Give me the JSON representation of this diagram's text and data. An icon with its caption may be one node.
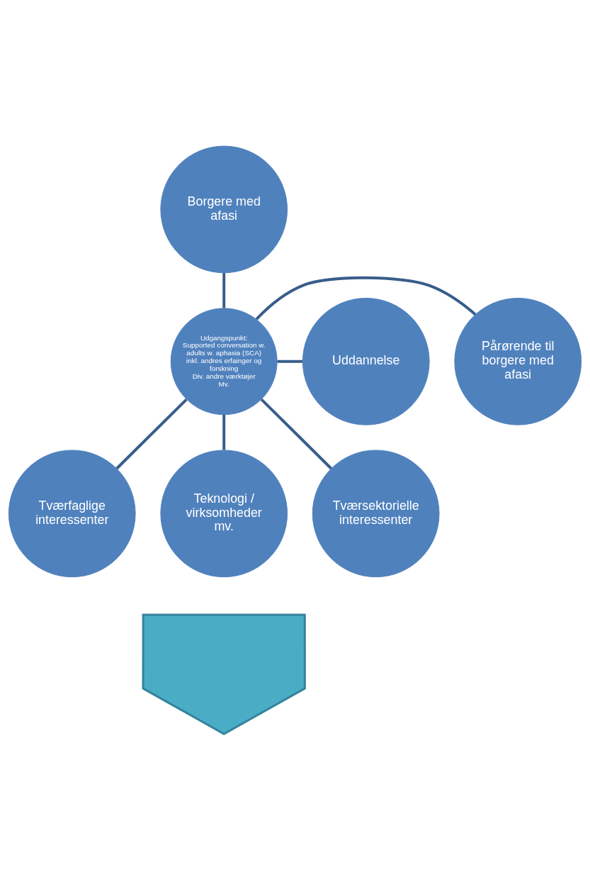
{
  "diagram": {
    "nodes": [
      {
        "text": [
          "Borgere med afasi"
        ]
      },
      {
        "text": [
          "Pårørende til borgere med afasi"
        ]
      },
      {
        "text": [
          "Uddannelse"
        ]
      },
      {
        "text": [
          "Udgangspunkt:",
          "Supported conversation w. adults w. aphasia (SCA) inkl. andres erfainger og forskning",
          "Div. andre værktøjer",
          "Mv."
        ]
      },
      {
        "text": [
          "Tværfaglige interessenter"
        ]
      },
      {
        "text": [
          "Teknologi / virksomheder mv."
        ]
      },
      {
        "text": [
          "Tværsektorielle interessenter"
        ]
      },
      {
        "text": [],
        "shape": "arrow"
      }
    ],
    "edges": [
      {
        "from": 3,
        "to": 0,
        "arrow": "none"
      },
      {
        "from": 3,
        "to": 1,
        "arrow": "none"
      },
      {
        "from": 3,
        "to": 2,
        "arrow": "none"
      },
      {
        "from": 3,
        "to": 4,
        "arrow": "none"
      },
      {
        "from": 3,
        "to": 5,
        "arrow": "none"
      },
      {
        "from": 3,
        "to": 6,
        "arrow": "none"
      }
    ]
  }
}
